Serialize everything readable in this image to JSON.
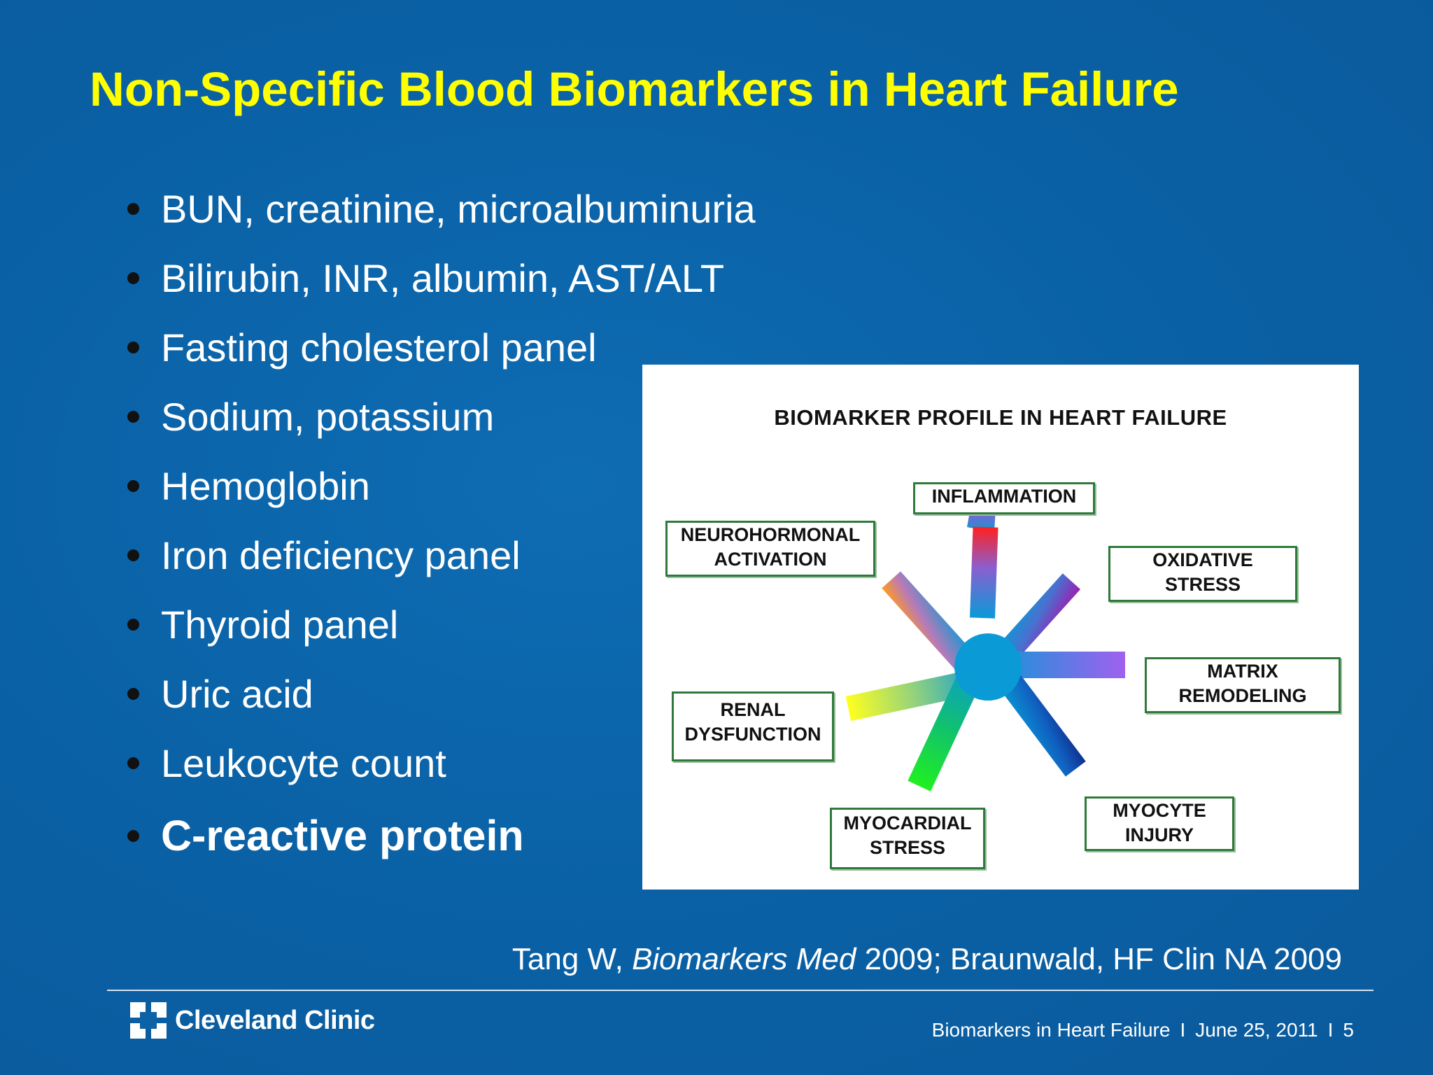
{
  "slide": {
    "title": "Non-Specific Blood Biomarkers in Heart Failure",
    "bullets": [
      "BUN, creatinine, microalbuminuria",
      "Bilirubin, INR, albumin, AST/ALT",
      "Fasting cholesterol panel",
      "Sodium, potassium",
      "Hemoglobin",
      "Iron deficiency panel",
      "Thyroid panel",
      "Uric acid",
      "Leukocyte count",
      "C-reactive protein"
    ],
    "citation": {
      "part1": "Tang W, ",
      "journal": "Biomarkers Med",
      "part2": " 2009; Braunwald, HF Clin NA 2009"
    }
  },
  "figure": {
    "title": "BIOMARKER PROFILE IN HEART FAILURE",
    "labels": {
      "inflammation": "INFLAMMATION",
      "neurohormonal_1": "NEUROHORMONAL",
      "neurohormonal_2": "ACTIVATION",
      "oxidative_1": "OXIDATIVE",
      "oxidative_2": "STRESS",
      "matrix_1": "MATRIX",
      "matrix_2": "REMODELING",
      "renal_1": "RENAL",
      "renal_2": "DYSFUNCTION",
      "myocyte_1": "MYOCYTE",
      "myocyte_2": "INJURY",
      "myocardial_1": "MYOCARDIAL",
      "myocardial_2": "STRESS"
    }
  },
  "footer": {
    "logo_text": "Cleveland Clinic",
    "presentation": "Biomarkers in Heart Failure",
    "separator": "I",
    "date": "June 25, 2011",
    "page": "5"
  },
  "colors": {
    "background": "#0b62a6",
    "title": "#ffff00",
    "text": "#ffffff",
    "hub": "#0a9ad6"
  }
}
